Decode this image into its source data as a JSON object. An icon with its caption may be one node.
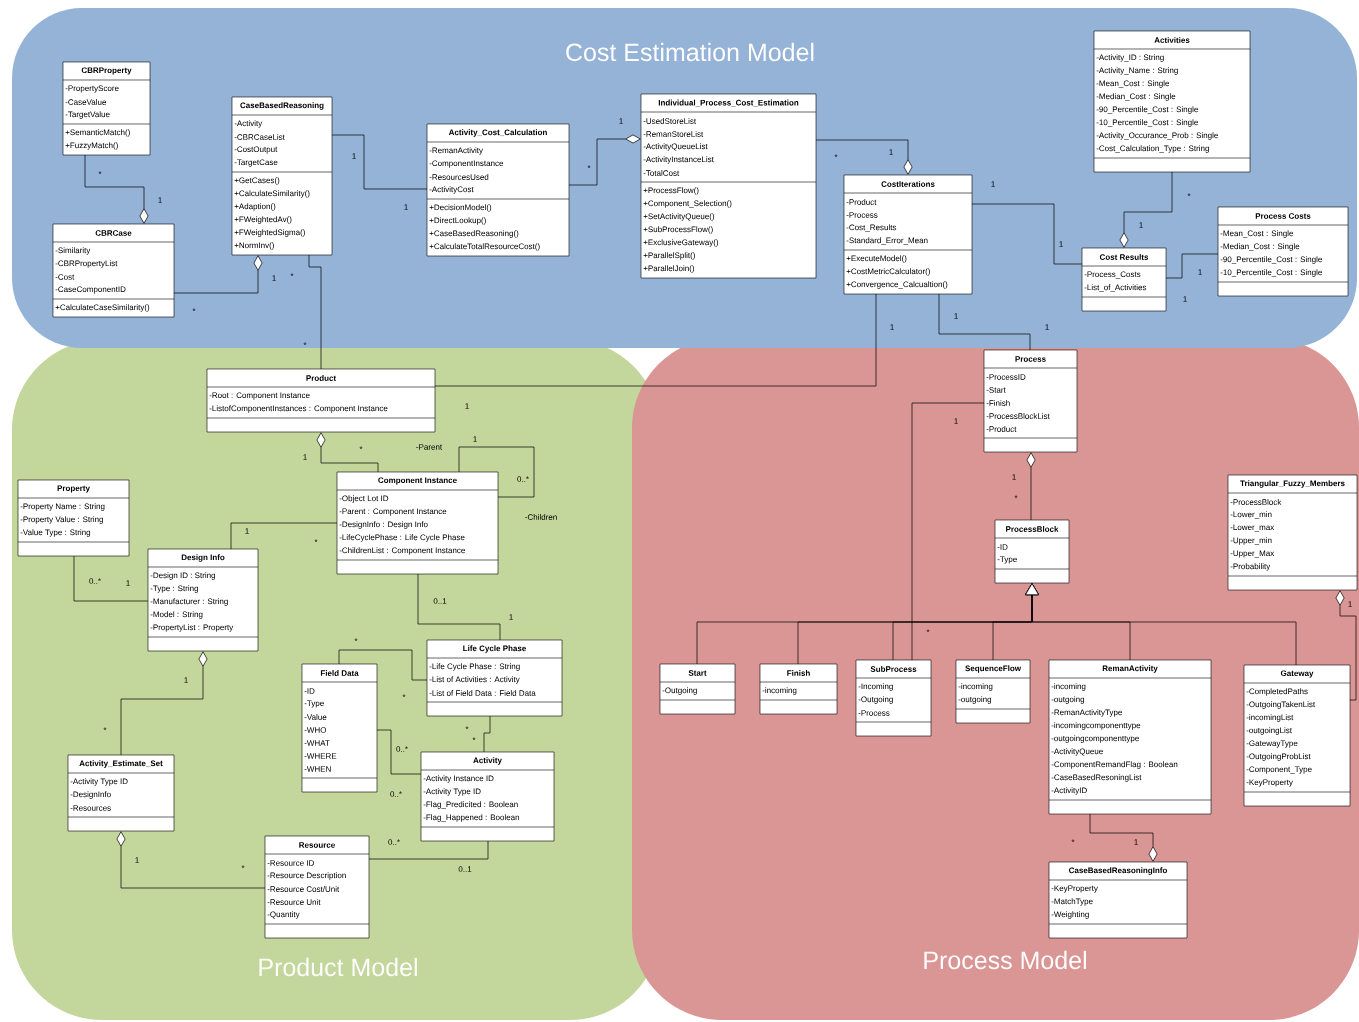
{
  "diagram": {
    "nodes": [
      {
        "text": [
          "Cost Estimation Model"
        ]
      },
      {
        "text": [
          "Product Model"
        ]
      },
      {
        "text": [
          "Process Model"
        ]
      },
      {
        "text": [
          "CBRProperty",
          "-PropertyScore",
          "-CaseValue",
          "-TargetValue",
          "+SemanticMatch()",
          "+FuzzyMatch()"
        ],
        "in": 0
      },
      {
        "text": [
          "CaseBasedReasoning",
          "-Activity",
          "-CBRCaseList",
          "-CostOutput",
          "-TargetCase",
          "+GetCases()",
          "+CalculateSimilarity()",
          "+Adaption()",
          "+FWeightedAv()",
          "+FWeightedSigma()",
          "+NormInv()"
        ],
        "in": 0
      },
      {
        "text": [
          "Activity_Cost_Calculation",
          "-RemanActivity",
          "-ComponentInstance",
          "-ResourcesUsed",
          "-ActivityCost",
          "+DecisionModel()",
          "+DirectLookup()",
          "+CaseBasedReasoning()",
          "+CalculateTotalResourceCost()"
        ],
        "in": 0
      },
      {
        "text": [
          "Individual_Process_Cost_Estimation",
          "-UsedStoreList",
          "-RemanStoreList",
          "-ActivityQueueList",
          "-ActivityInstanceList",
          "-TotalCost",
          "+ProcessFlow()",
          "+Component_Selection()",
          "+SetActivityQueue()",
          "+SubProcessFlow()",
          "+ExclusiveGateway()",
          "+ParallelSplit()",
          "+ParallelJoin()"
        ],
        "in": 0
      },
      {
        "text": [
          "Activities",
          "-Activity_ID : String",
          "-Activity_Name : String",
          "-Mean_Cost : Single",
          "-Median_Cost : Single",
          "-90_Percentile_Cost : Single",
          "-10_Percentile_Cost : Single",
          "-Activity_Occurance_Prob : Single",
          "-Cost_Calculation_Type : String"
        ],
        "in": 0
      },
      {
        "text": [
          "CBRCase",
          "-Similarity",
          "-CBRPropertyList",
          "-Cost",
          "-CaseComponentID",
          "+CalculateCaseSimilarity()"
        ],
        "in": 0
      },
      {
        "text": [
          "CostIterations",
          "-Product",
          "-Process",
          "-Cost_Results",
          "-Standard_Error_Mean",
          "+ExecuteModel()",
          "+CostMetricCalculator()",
          "+Convergence_Calcualtion()"
        ],
        "in": 0
      },
      {
        "text": [
          "Cost Results",
          "-Process_Costs",
          "-List_of_Activities"
        ],
        "in": 0
      },
      {
        "text": [
          "Process Costs",
          "-Mean_Cost : Single",
          "-Median_Cost : Single",
          "-90_Percentile_Cost : Single",
          "-10_Percentile_Cost : Single"
        ],
        "in": 0
      },
      {
        "text": [
          "Product",
          "-Root : Component Instance",
          "-ListofComponentInstances : Component Instance"
        ],
        "in": 1
      },
      {
        "text": [
          "Property",
          "-Property Name : String",
          "-Property Value : String",
          "-Value Type : String"
        ],
        "in": 1
      },
      {
        "text": [
          "Component Instance",
          "-Object Lot ID",
          "-Parent : Component Instance",
          "-DesignInfo : Design Info",
          "-LifeCyclePhase : Life Cycle Phase",
          "-ChildrenList : Component Instance"
        ],
        "in": 1
      },
      {
        "text": [
          "Design Info",
          "-Design ID : String",
          "-Type : String",
          "-Manufacturer : String",
          "-Model : String",
          "-PropertyList : Property"
        ],
        "in": 1
      },
      {
        "text": [
          "Life Cycle Phase",
          "-Life Cycle Phase : String",
          "-List of Activities : Activity",
          "-List of Field Data : Field Data"
        ],
        "in": 1
      },
      {
        "text": [
          "Field Data",
          "-ID",
          "-Type",
          "-Value",
          "-WHO",
          "-WHAT",
          "-WHERE",
          "-WHEN"
        ],
        "in": 1
      },
      {
        "text": [
          "Activity",
          "-Activity Instance ID",
          "-Activity Type ID",
          "-Flag_Predicited : Boolean",
          "-Flag_Happened : Boolean"
        ],
        "in": 1
      },
      {
        "text": [
          "Activity_Estimate_Set",
          "-Activity Type ID",
          "-DesignInfo",
          "-Resources"
        ],
        "in": 1
      },
      {
        "text": [
          "Resource",
          "-Resource ID",
          "-Resource Description",
          "-Resource Cost/Unit",
          "-Resource Unit",
          "-Quantity"
        ],
        "in": 1
      },
      {
        "text": [
          "Process",
          "-ProcessID",
          "-Start",
          "-Finish",
          "-ProcessBlockList",
          "-Product"
        ],
        "in": 2
      },
      {
        "text": [
          "ProcessBlock",
          "-ID",
          "-Type"
        ],
        "in": 2
      },
      {
        "text": [
          "Triangular_Fuzzy_Members",
          "-ProcessBlock",
          "-Lower_min",
          "-Lower_max",
          "-Upper_min",
          "-Upper_Max",
          "-Probability"
        ],
        "in": 2
      },
      {
        "text": [
          "Start",
          "-Outgoing"
        ],
        "in": 2
      },
      {
        "text": [
          "Finish",
          "-incoming"
        ],
        "in": 2
      },
      {
        "text": [
          "SubProcess",
          "-Incoming",
          "-Outgoing",
          "-Process"
        ],
        "in": 2
      },
      {
        "text": [
          "SequenceFlow",
          "-incoming",
          "-outgoing"
        ],
        "in": 2
      },
      {
        "text": [
          "RemanActivity",
          "-incoming",
          "-outgoing",
          "-RemanActivityType",
          "-incomingcomponenttype",
          "-outgoingcomponenttype",
          "-ActivityQueue",
          "-ComponentRemandFlag : Boolean",
          "-CaseBasedResoningList",
          "-ActivityID"
        ],
        "in": 2
      },
      {
        "text": [
          "Gateway",
          "-CompletedPaths",
          "-OutgoingTakenList",
          "-incomingList",
          "-outgoingList",
          "-GatewayType",
          "-OutgoingProbList",
          "-Component_Type",
          "-KeyProperty"
        ],
        "in": 2
      },
      {
        "text": [
          "CaseBasedReasoningInfo",
          "-KeyProperty",
          "-MatchType",
          "-Weighting"
        ],
        "in": 2
      }
    ],
    "edges": [
      {
        "from": 3,
        "to": 8,
        "arrow": "other"
      },
      {
        "from": 8,
        "to": 4,
        "arrow": "other"
      },
      {
        "from": 4,
        "to": 5,
        "arrow": "none"
      },
      {
        "from": 5,
        "to": 6,
        "arrow": "other"
      },
      {
        "from": 6,
        "to": 9,
        "arrow": "other"
      },
      {
        "from": 9,
        "to": 10,
        "arrow": "none"
      },
      {
        "from": 7,
        "to": 10,
        "arrow": "other"
      },
      {
        "from": 10,
        "to": 11,
        "arrow": "none"
      },
      {
        "from": 4,
        "to": 12,
        "arrow": "none"
      },
      {
        "from": 9,
        "to": 12,
        "arrow": "none"
      },
      {
        "from": 9,
        "to": 21,
        "arrow": "none"
      },
      {
        "from": 14,
        "to": 12,
        "arrow": "other"
      },
      {
        "from": 14,
        "to": 14,
        "arrow": "none"
      },
      {
        "from": 14,
        "to": 15,
        "arrow": "none"
      },
      {
        "from": 13,
        "to": 15,
        "arrow": "none"
      },
      {
        "from": 14,
        "to": 16,
        "arrow": "none"
      },
      {
        "from": 19,
        "to": 15,
        "arrow": "other"
      },
      {
        "from": 17,
        "to": 16,
        "arrow": "none"
      },
      {
        "from": 16,
        "to": 18,
        "arrow": "none"
      },
      {
        "from": 17,
        "to": 18,
        "arrow": "none"
      },
      {
        "from": 18,
        "to": 20,
        "arrow": "none"
      },
      {
        "from": 20,
        "to": 19,
        "arrow": "other"
      },
      {
        "from": 22,
        "to": 21,
        "arrow": "other"
      },
      {
        "from": 21,
        "to": 26,
        "arrow": "none"
      },
      {
        "from": 24,
        "to": 22,
        "arrow": "to"
      },
      {
        "from": 25,
        "to": 22,
        "arrow": "to"
      },
      {
        "from": 26,
        "to": 22,
        "arrow": "to"
      },
      {
        "from": 27,
        "to": 22,
        "arrow": "to"
      },
      {
        "from": 28,
        "to": 22,
        "arrow": "to"
      },
      {
        "from": 29,
        "to": 22,
        "arrow": "to"
      },
      {
        "from": 28,
        "to": 30,
        "arrow": "other"
      },
      {
        "from": 29,
        "to": 23,
        "arrow": "other"
      }
    ],
    "labels": [
      "*",
      "1",
      "1",
      "*",
      "1",
      "1",
      "*",
      "1",
      "*",
      "1",
      "1",
      "1",
      "*",
      "1",
      "1",
      "1",
      "*",
      "*",
      "1",
      "1",
      "1",
      "1",
      "1",
      "*",
      "-Parent",
      "1",
      "0..*",
      "-Children",
      "1",
      "*",
      "0..*",
      "1",
      "0..1",
      "1",
      "1",
      "*",
      "*",
      "*",
      "*",
      "*",
      "0..*",
      "0..*",
      "0..*",
      "0..1",
      "1",
      "*",
      "1",
      "*",
      "1",
      "*",
      "*",
      "1",
      "1"
    ]
  }
}
